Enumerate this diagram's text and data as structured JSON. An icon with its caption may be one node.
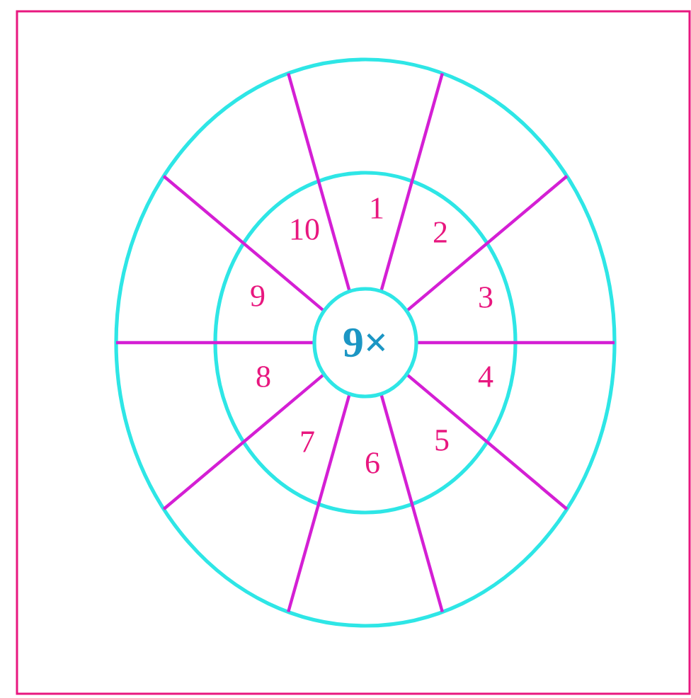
{
  "diagram": {
    "nodes": [
      {
        "text": [
          "9×"
        ]
      }
    ],
    "labels": [
      "1",
      "2",
      "3",
      "4",
      "5",
      "6",
      "7",
      "8",
      "9",
      "10"
    ]
  }
}
